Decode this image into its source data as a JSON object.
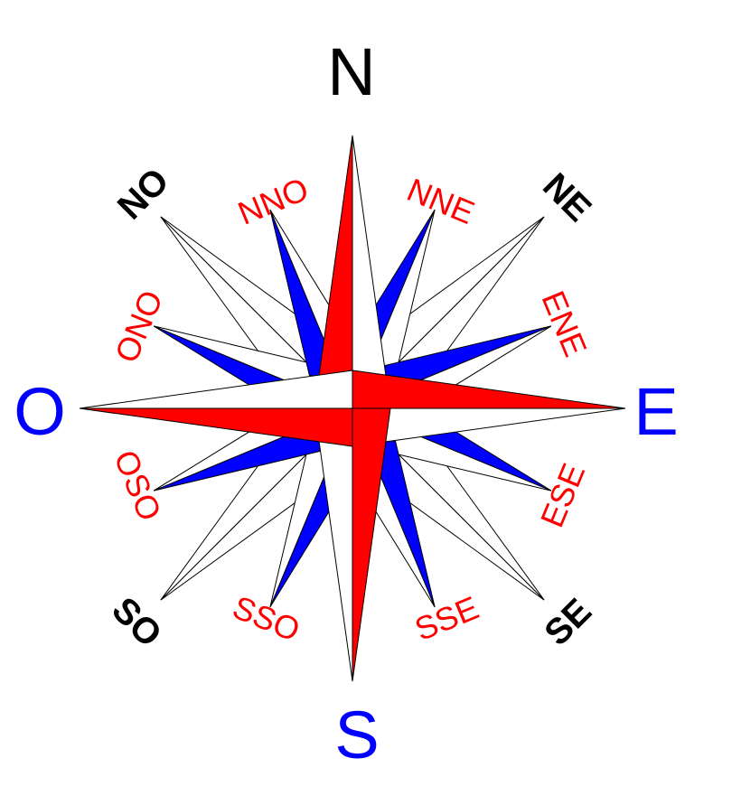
{
  "colors": {
    "cardinal_point_fill": "#ff0000",
    "cardinal_point_shade": "#ffffff",
    "secondary_point_fill": "#0000ff",
    "outline": "#000000",
    "label_north": "#000000",
    "label_cardinal": "#0000ff",
    "label_intercardinal": "#000000",
    "label_half_wind": "#ff0000"
  },
  "labels": {
    "north": "N",
    "east": "E",
    "south": "S",
    "west": "O",
    "northeast": "NE",
    "southeast": "SE",
    "southwest": "SO",
    "northwest": "NO",
    "nne": "NNE",
    "ene": "ENE",
    "ese": "ESE",
    "sse": "SSE",
    "sso": "SSO",
    "oso": "OSO",
    "ono": "ONO",
    "nno": "NNO"
  }
}
